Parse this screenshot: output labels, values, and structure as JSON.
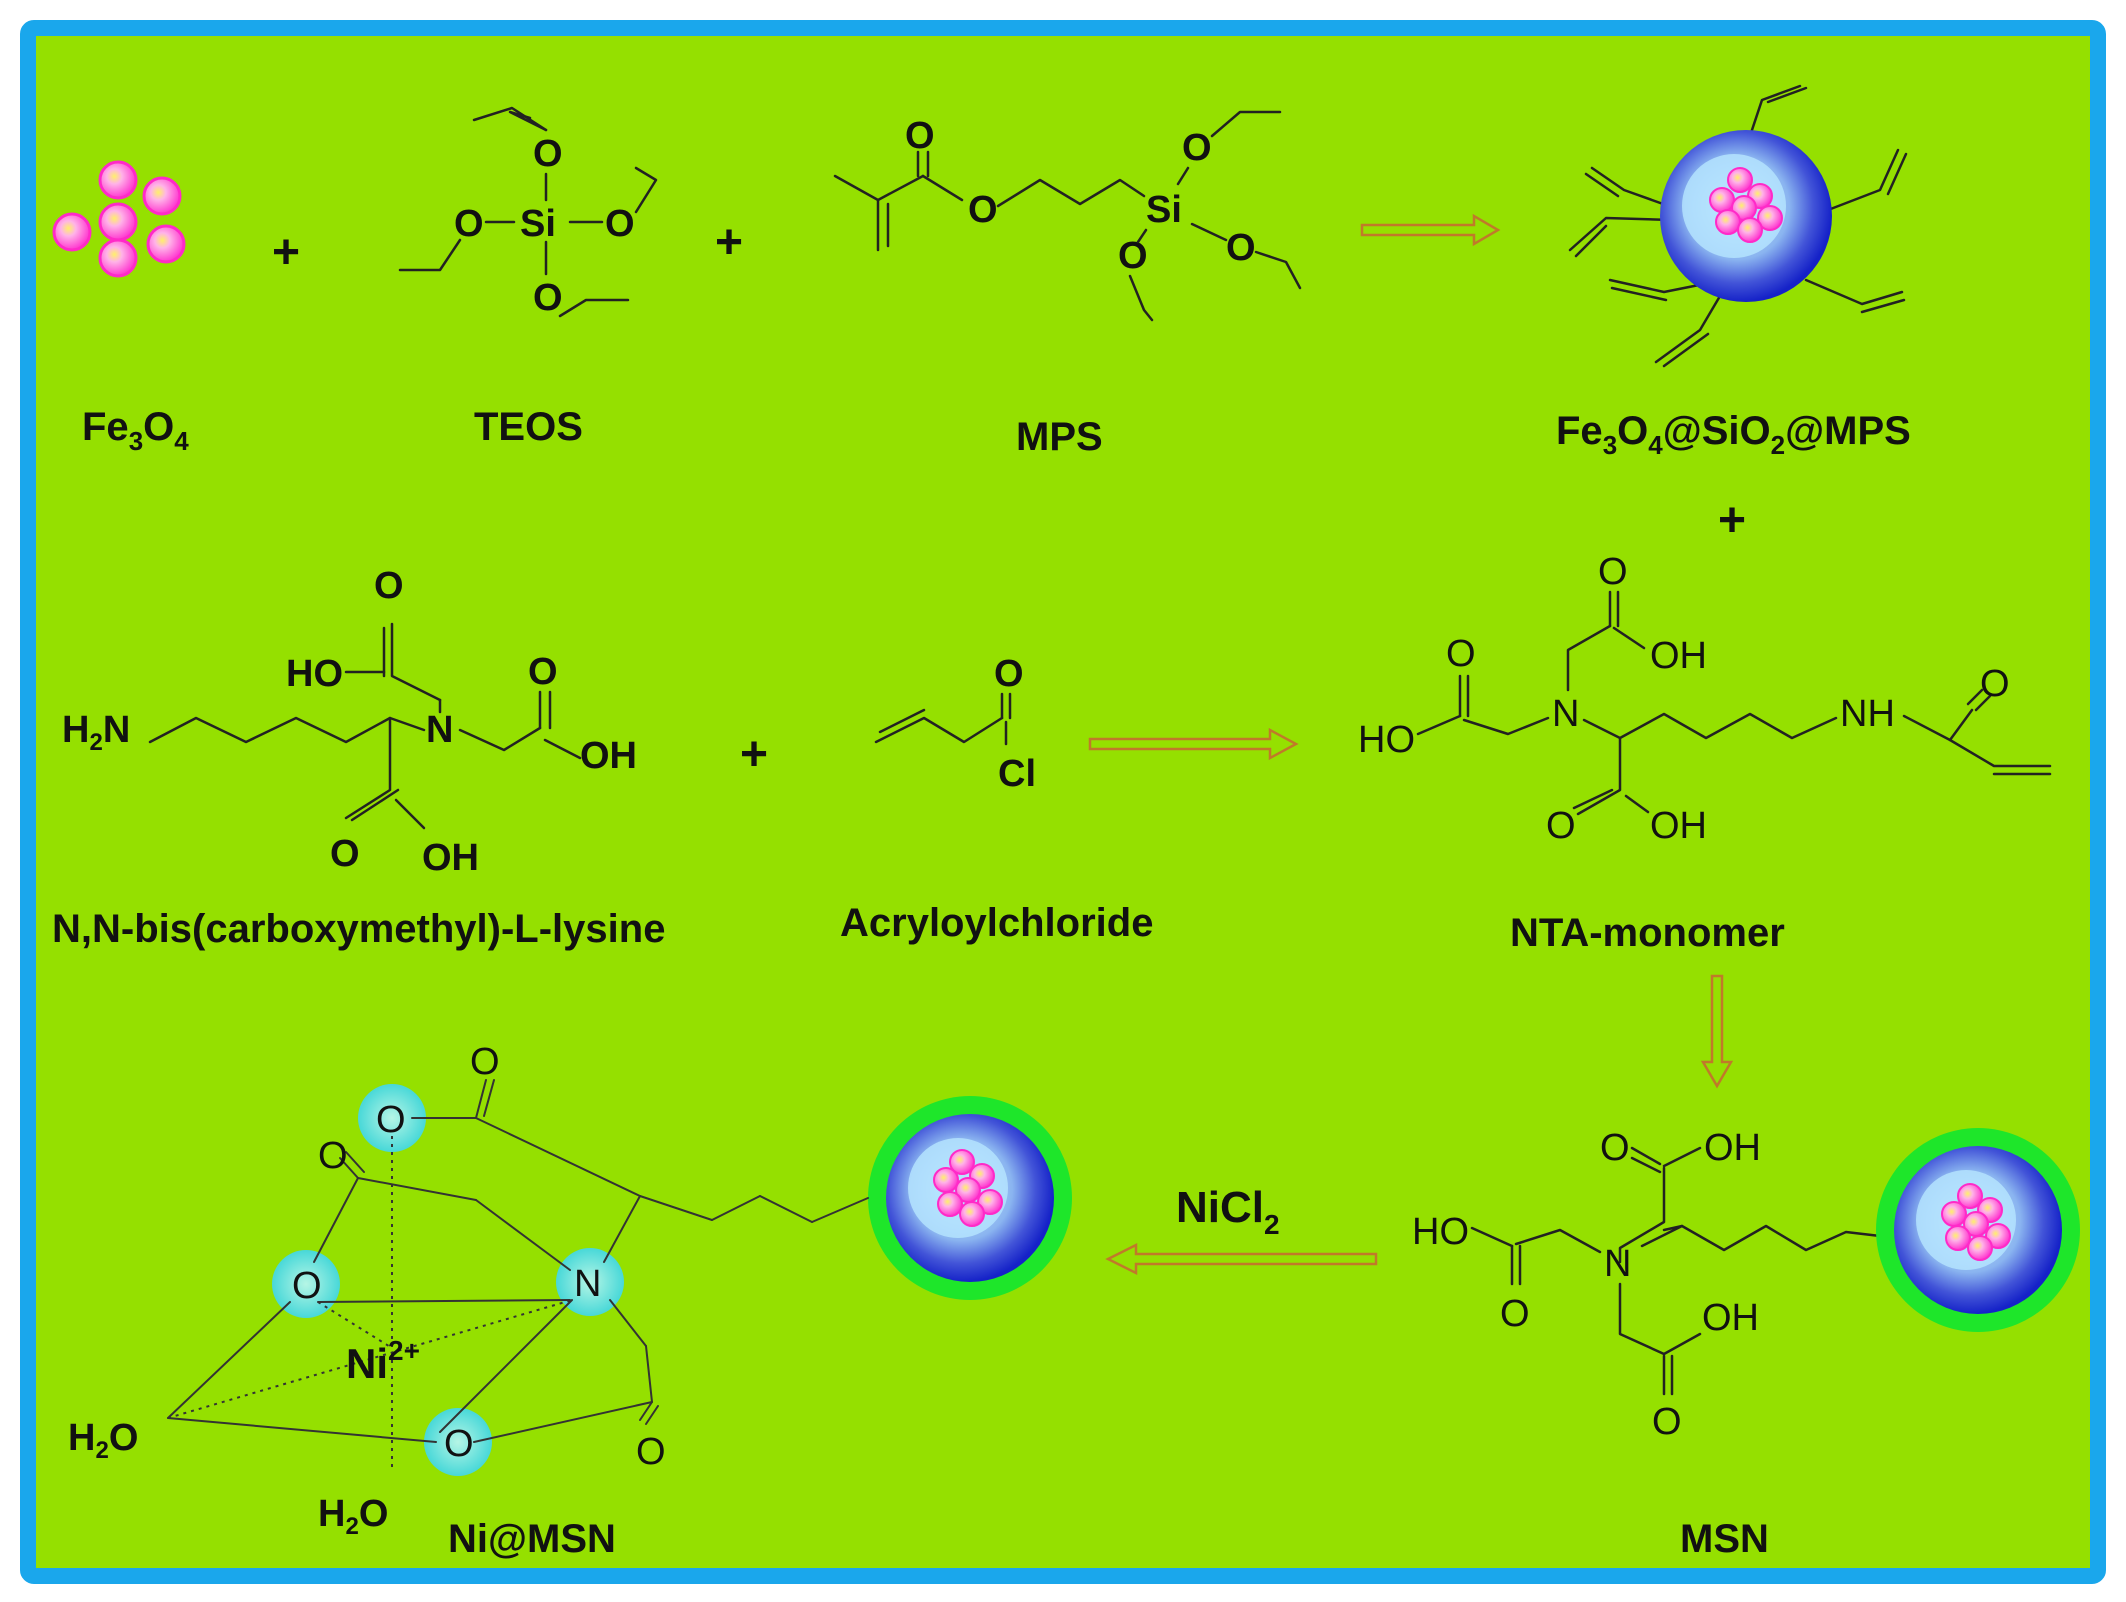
{
  "colors": {
    "background": "#95e000",
    "frame": "#1aa7ec",
    "arrow_outline": "#c0792a",
    "bead_pink": "#ff4fd8",
    "shell_blue": "#1c2fe0",
    "shell_green": "#1ee62a",
    "chelate_cyan": "#5fe8ff"
  },
  "row1": {
    "fe3o4": {
      "main": "Fe",
      "sub1": "3",
      "mid": "O",
      "sub2": "4"
    },
    "teos": "TEOS",
    "mps": "MPS",
    "product": {
      "a": "Fe",
      "s1": "3",
      "b": "O",
      "s2": "4",
      "c": "@SiO",
      "s3": "2",
      "d": "@MPS"
    },
    "plus": "+"
  },
  "row2": {
    "lysine": "N,N-bis(carboxymethyl)-L-lysine",
    "acryloyl": "Acryloylchloride",
    "nta": "NTA-monomer",
    "plus": "+"
  },
  "row3": {
    "nimsn": "Ni@MSN",
    "msn": "MSN",
    "reagent": {
      "main": "NiCl",
      "sub": "2"
    },
    "ni_ion": {
      "main": "Ni",
      "sup": "2+"
    },
    "water": {
      "h": "H",
      "sub": "2",
      "o": "O"
    }
  },
  "atoms": {
    "O": "O",
    "Si": "Si",
    "N": "N",
    "OH": "OH",
    "HO": "HO",
    "Cl": "Cl",
    "NH": "NH",
    "H2N": {
      "h": "H",
      "sub": "2",
      "n": "N"
    }
  }
}
